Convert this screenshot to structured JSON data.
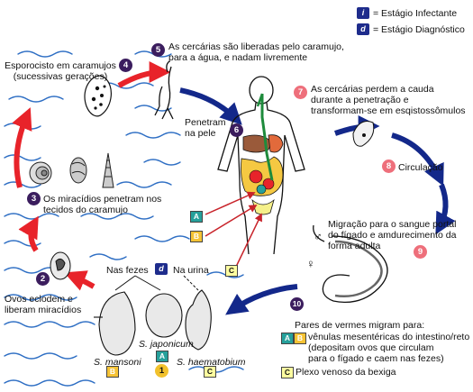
{
  "legend": {
    "infective_mark": "i",
    "infective_label": "= Estágio Infectante",
    "diagnostic_mark": "d",
    "diagnostic_label": "= Estágio Diagnóstico"
  },
  "steps": [
    {
      "num": "1",
      "label": ""
    },
    {
      "num": "2",
      "label": "Ovos eclodem e\nliberam miracídios"
    },
    {
      "num": "3",
      "label": "Os miracídios penetram nos\ntecidos do caramujo"
    },
    {
      "num": "4",
      "label": "Esporocisto em caramujos\n(sucessivas gerações)"
    },
    {
      "num": "5",
      "label": "As cercárias são liberadas pelo caramujo,\npara a água, e nadam livremente"
    },
    {
      "num": "6",
      "label": "Penetram\nna pele"
    },
    {
      "num": "7",
      "label": "As cercárias perdem a cauda\ndurante a penetração e\ntransformam-se em esqistossômulos"
    },
    {
      "num": "8",
      "label": "Circulação"
    },
    {
      "num": "9",
      "label": "Migração para o sangue portal\ndo fígado e amdurecimento da\nforma adulta"
    },
    {
      "num": "10",
      "label": "Pares de vermes migram para:"
    }
  ],
  "eggs": {
    "in_feces": "Nas fezes",
    "in_urine": "Na urina",
    "diag_mark": "d",
    "mansoni": "S. mansoni",
    "japonicum": "S. japonicum",
    "haematobium": "S. haematobium"
  },
  "sites": {
    "tag_a": "A",
    "tag_b": "B",
    "tag_c": "C",
    "ab_text": "vênulas mesentéricas do intestino/reto\n(depositam ovos que circulam\npara o fígado e caem nas fezes)",
    "c_text": "Plexo venoso da bexiga"
  },
  "symbols": {
    "male": "♂",
    "female": "♀"
  },
  "colors": {
    "water": "#2f6fc4",
    "red_arrow": "#e8232a",
    "navy_arrow": "#13288a",
    "dark_badge": "#3b1d5e",
    "pink_badge": "#ee6f7b",
    "tag_a": "#26a09b",
    "tag_b": "#f6c335",
    "tag_c": "#ffffa0"
  }
}
